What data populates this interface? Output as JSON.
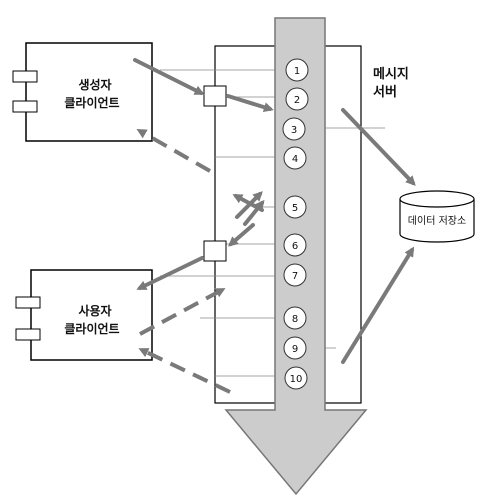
{
  "server_label_line1": "메시지",
  "server_label_line2": "서버",
  "producer_line1": "생성자",
  "producer_line2": "클라이언트",
  "consumer_line1": "사용자",
  "consumer_line2": "클라이언트",
  "datastore_label": "데이터 저장소",
  "steps": [
    "1",
    "2",
    "3",
    "4",
    "5",
    "6",
    "7",
    "8",
    "9",
    "10"
  ],
  "colors": {
    "arrow": "#7a7a7a",
    "flow": "#cccccc",
    "stroke": "#000000"
  }
}
